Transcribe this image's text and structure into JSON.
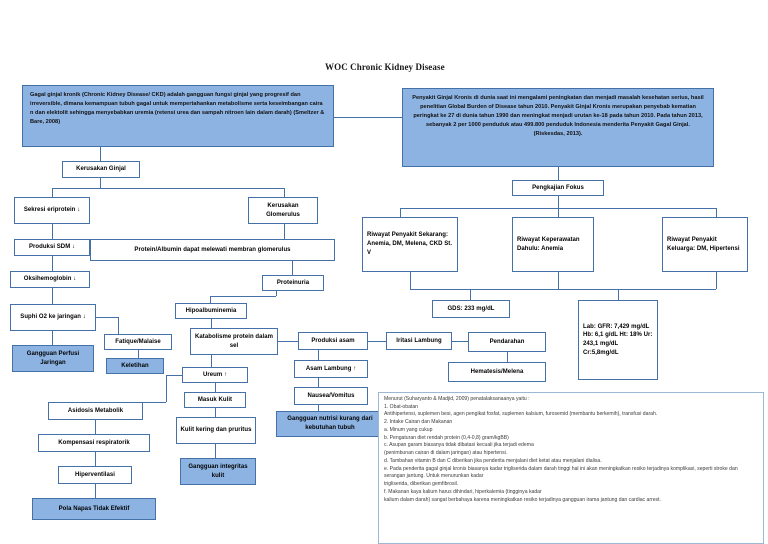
{
  "document": {
    "title": "WOC Chronic Kidney Disease"
  },
  "intro": {
    "definition": "Gagal ginjal kronik (Chronic Kidney Disease/ CKD) adalah gangguan fungsi ginjal yang progresif dan irreversible, dimana kemampuan tubuh gagal untuk mempertahankan metabolisme serta keseimbangan caira n dan elektolit sehingga menyebabkan uremia (retensi urea dan sampah nitroen lain dalam darah) (Smeltzer & Bare, 2008)",
    "epidemiology": "Penyakit Ginjal Kronis di dunia saat ini mengalami peningkatan dan menjadi masalah kesehatan serius, hasil penelitian Global Burden of Disease tahun 2010. Penyakit Ginjal Kronis merupakan penyebab kematian peringkat ke 27 di dunia tahun 1990 dan meningkat menjadi urutan ke-18 pada tahun 2010. Pada tahun 2013, sebanyak 2 per 1000 penduduk atau 499.800 penduduk Indonesia menderita Penyakit Gagal Ginjal. (Riskesdas, 2013)."
  },
  "pathway": {
    "root": "Kerusakan Ginjal",
    "left_branch": [
      "Sekresi eriprotein ↓",
      "Produksi SDM ↓",
      "Oksihemoglobin ↓",
      "Suphi O2 ke jaringan ↓"
    ],
    "left_outcome": "Gangguan Perfusi Jaringan",
    "fatigue": "Fatique/Malaise",
    "fatigue_outcome": "Keletihan",
    "right_branch_head": "Kerusakan Glomerulus",
    "membrane": "Protein/Albumin dapat melewati membran glomerulus",
    "proteinuria": "Proteinuria",
    "hypoalbuminemia": "Hipoalbuminemia",
    "catabolism": "Katabolisme protein dalam sel",
    "ureum": "Ureum ↑",
    "skin_entry": "Masuk Kulit",
    "skin_dry": "Kulit kering dan pruritus",
    "skin_outcome": "Gangguan integritas kulit",
    "acidosis": "Asidosis Metabolik",
    "compensation": "Kompensasi respiratorik",
    "hyperventilation": "Hiperventilasi",
    "breathing_outcome": "Pola Napas Tidak Efektif",
    "acid_production": "Produksi asam",
    "stomach_acid": "Asam Lambung ↑",
    "nausea": "Nausea/Vomitus",
    "nutrition_outcome": "Gangguan nutrisi kurang dari kebutuhan tubuh",
    "gastric_irritation": "Iritasi Lambung",
    "bleeding": "Pendarahan",
    "hematemesis": "Hematesis/Melena"
  },
  "assessment": {
    "header": "Pengkajian Fokus",
    "items": [
      "Riwayat Penyakit Sekarang: Anemia, DM, Melena, CKD St. V",
      "Riwayat Keperawatan Dahulu: Anemia",
      "Riwayat Penyakit Keluarga: DM, Hipertensi"
    ],
    "gds": "GDS: 233 mg/dL",
    "lab": "Lab:\nGFR: 7,429 mg/dL\nHb: 6,1 g/dL\nHt: 18%\nUr: 243,1 mg/dL\nCr:5,8mg/dL"
  },
  "treatment_note": {
    "text": "Menurut (Suharyanto & Madjid, 2009) penatalaksanaanya yaitu :\n1. Obat-obatan\nAntihipertensi, suplemen besi, agen pengikat fosfat, suplemen kalsium, furosemid (membantu berkemih), transfusi darah.\n2. Intake Cairan dan Makanan\na. Minum yang cukup\nb. Pengaturan diet rendah          protein       (0,4-0,8) gram/kgBB)\nc. Asupan garam biasanya tidak dibatasi kecuali jika terjadi edema\n(penimbunan cairan di dalam jaringan) atau hipertensi.\nd. Tambahan vitamin B dan C diberikan jika penderita menjalani diet ketat atau menjalani dialisa.\ne. Pada penderita gagal ginjal kronis biasanya kadar trigliserida dalam darah tinggi hal ini akan meningkatkan resiko terjadinya komplikasi, seperti stroke dan serangan jantung. Untuk menurunkan kadar\ntrigliserida, diberikan gemfibrosil.\nf. Makanan kaya kalium harus dihindari, hiperkalemia (tingginya kadar\nkalium dalam darah) sangat berbahaya karena meningkatkan resiko terjadinya gangguan irama jantung dan cardiac arrest."
  },
  "theme": {
    "box_border": "#4472a8",
    "box_fill": "#8db3e2",
    "page_background": "#ffffff"
  }
}
